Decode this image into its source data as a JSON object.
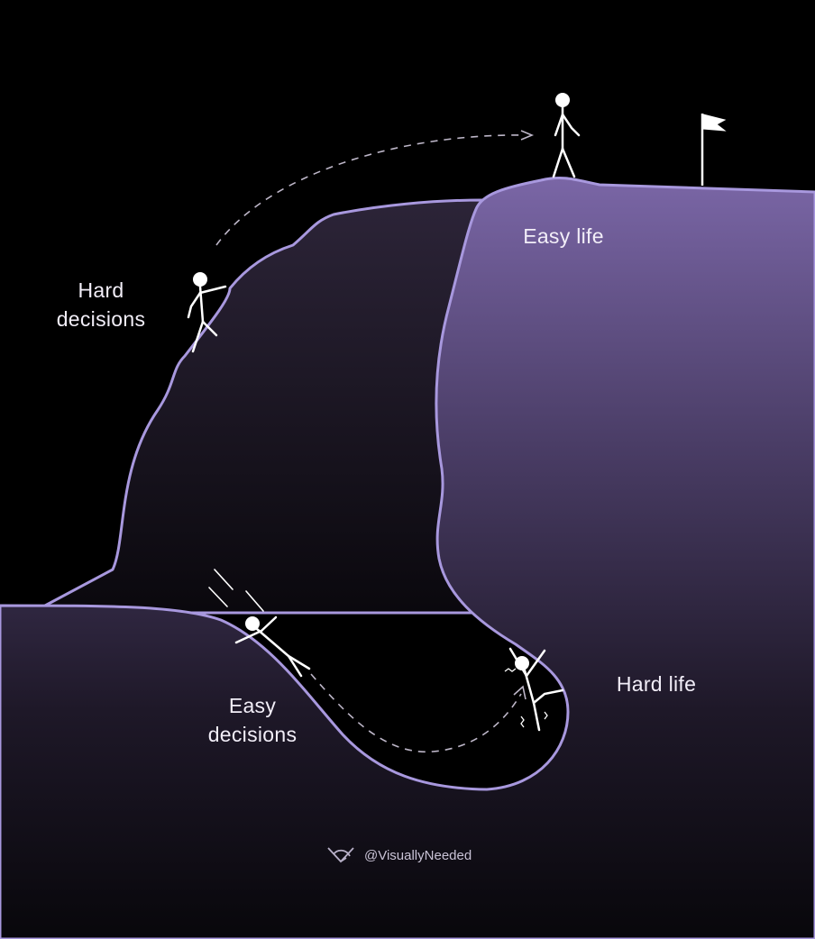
{
  "labels": {
    "hard_decisions": [
      "Hard",
      "decisions"
    ],
    "easy_life": "Easy life",
    "easy_decisions": [
      "Easy",
      "decisions"
    ],
    "hard_life": "Hard life"
  },
  "credit": {
    "handle": "@VisuallyNeeded",
    "icon": "visuallyneeded-logo-icon"
  },
  "colors": {
    "background": "#000000",
    "outline": "#a898de",
    "cliff_top": "#7a66a6",
    "figure": "#ffffff"
  }
}
